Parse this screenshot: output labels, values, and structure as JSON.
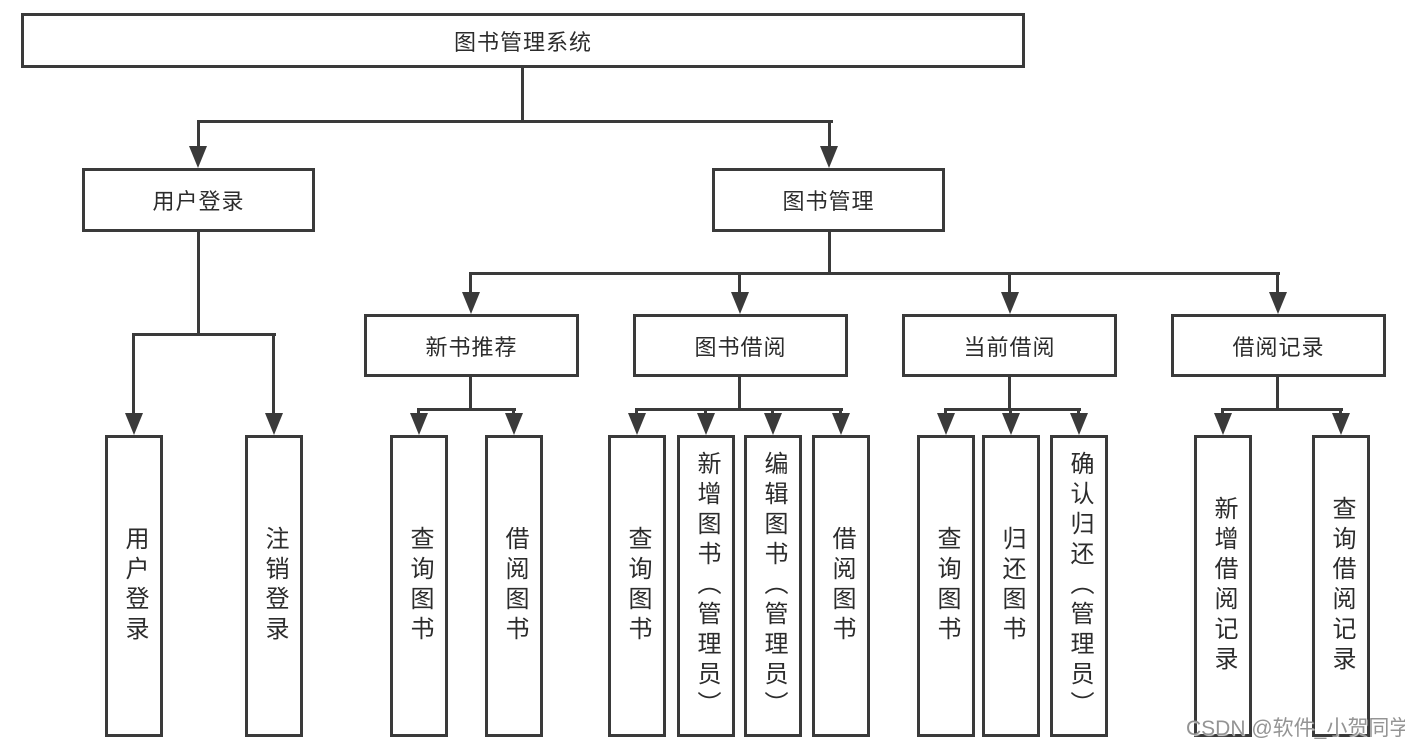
{
  "diagram": {
    "root": {
      "label": "图书管理系统"
    },
    "level2": {
      "user_login": {
        "label": "用户登录"
      },
      "book_mgmt": {
        "label": "图书管理"
      }
    },
    "level3": {
      "new_book_rec": {
        "label": "新书推荐"
      },
      "book_borrow": {
        "label": "图书借阅"
      },
      "current_borrow": {
        "label": "当前借阅"
      },
      "borrow_records": {
        "label": "借阅记录"
      }
    },
    "leaves": {
      "user_login_fn": "用户登录",
      "logout_fn": "注销登录",
      "rec_query_books": "查询图书",
      "rec_borrow_books": "借阅图书",
      "bb_query_books": "查询图书",
      "bb_add_books": "新增图书（管理员）",
      "bb_edit_books": "编辑图书（管理员）",
      "bb_borrow_books": "借阅图书",
      "cb_query_books": "查询图书",
      "cb_return_books": "归还图书",
      "cb_confirm_return": "确认归还（管理员）",
      "br_add_record": "新增借阅记录",
      "br_query_record": "查询借阅记录"
    }
  },
  "watermark": "CSDN @软件_小贺同学",
  "colors": {
    "line": "#3a3a3a",
    "text": "#2c2c2c",
    "watermark": "#949494",
    "background": "#ffffff"
  }
}
